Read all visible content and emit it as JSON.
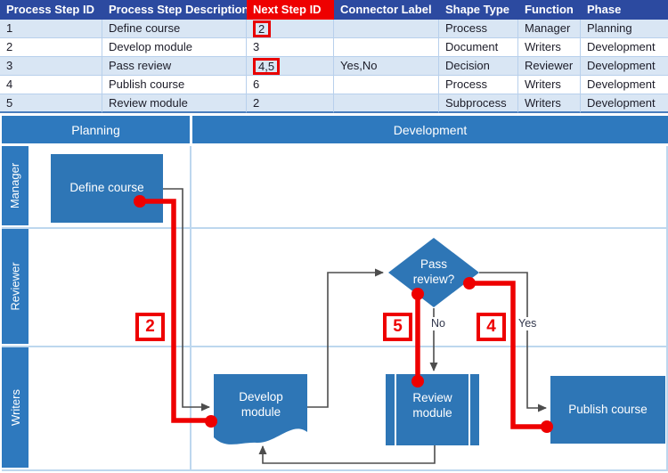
{
  "table": {
    "headers": [
      "Process Step ID",
      "Process Step Description",
      "Next Step ID",
      "Connector Label",
      "Shape Type",
      "Function",
      "Phase"
    ],
    "rows": [
      [
        "1",
        "Define course",
        "2",
        "",
        "Process",
        "Manager",
        "Planning"
      ],
      [
        "2",
        "Develop module",
        "3",
        "",
        "Document",
        "Writers",
        "Development"
      ],
      [
        "3",
        "Pass review",
        "4,5",
        "Yes,No",
        "Decision",
        "Reviewer",
        "Development"
      ],
      [
        "4",
        "Publish course",
        "6",
        "",
        "Process",
        "Writers",
        "Development"
      ],
      [
        "5",
        "Review module",
        "2",
        "",
        "Subprocess",
        "Writers",
        "Development"
      ]
    ]
  },
  "flowchart": {
    "phases": {
      "planning": "Planning",
      "development": "Development"
    },
    "lanes": {
      "manager": "Manager",
      "reviewer": "Reviewer",
      "writers": "Writers"
    },
    "shapes": {
      "define": "Define course",
      "develop": "Develop module",
      "decision": "Pass review?",
      "review": "Review module",
      "publish": "Publish course"
    },
    "connector_labels": {
      "no": "No",
      "yes": "Yes"
    },
    "callouts": {
      "c2": "2",
      "c4": "4",
      "c5": "5"
    }
  },
  "colors": {
    "table_header_bg": "#2C4AA0",
    "highlight_red": "#EE0000",
    "row_band_blue": "#D9E6F4",
    "shape_blue": "#2E76B6",
    "lane_header_blue": "#2E79BE",
    "divider_blue": "#BDD7EE",
    "connector_gray": "#4D4D4D"
  }
}
